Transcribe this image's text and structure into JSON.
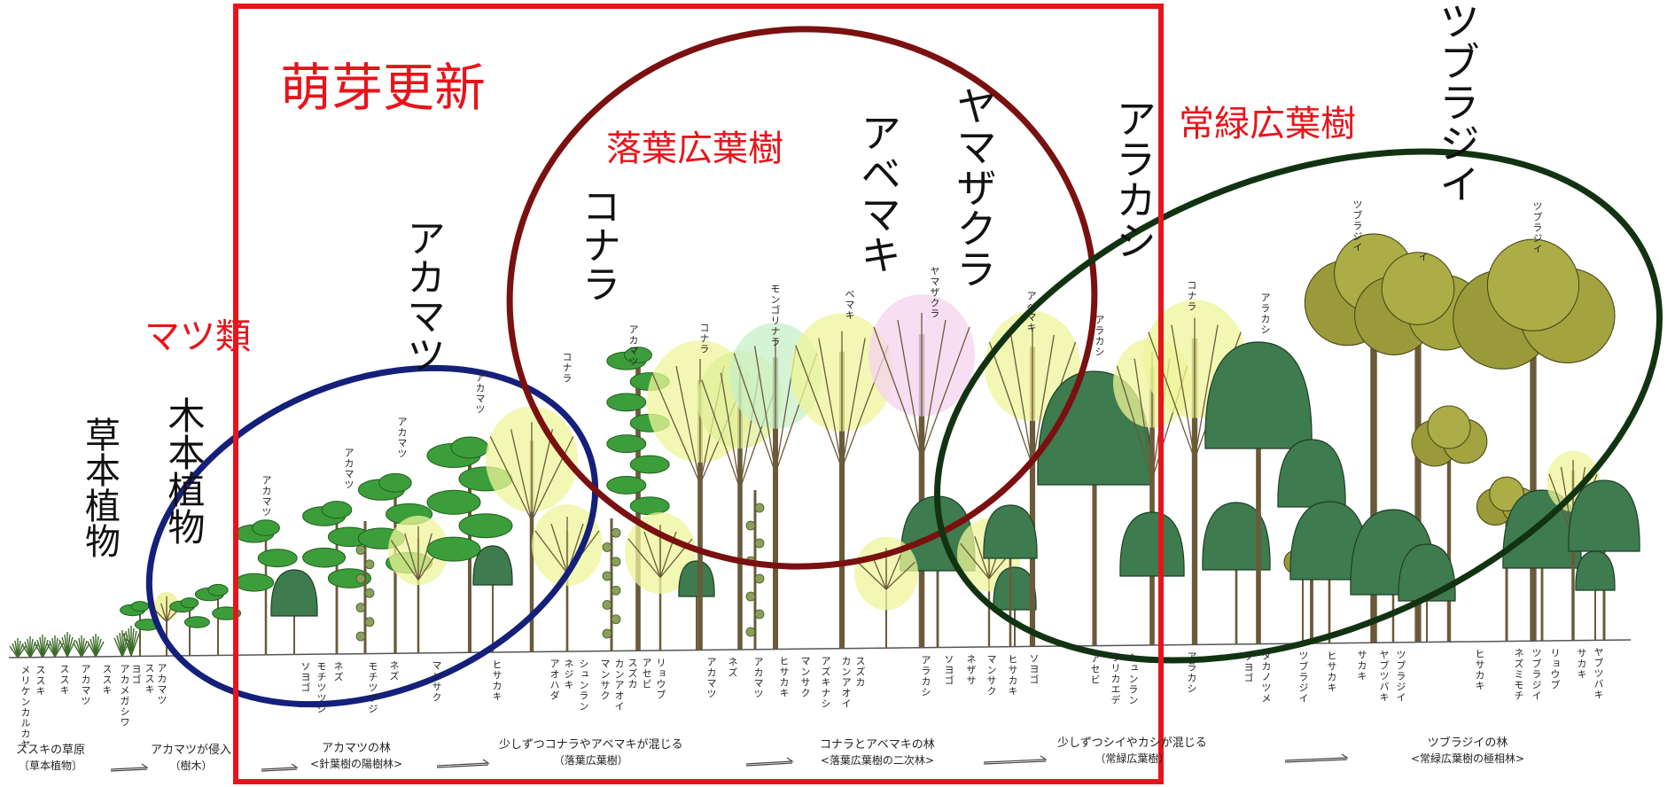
{
  "frame_label": "萌芽更新",
  "group_labels": {
    "pine": "マツ類",
    "deciduous": "落葉広葉樹",
    "evergreen": "常緑広葉樹"
  },
  "category_labels": {
    "herbaceous": "草本植物",
    "woody": "木本植物"
  },
  "big_tree_labels": {
    "akamatsu": "アカマツ",
    "konara": "コナラ",
    "abemaki": "アベマキ",
    "yamazakura": "ヤマザクラ",
    "arakashi": "アラカシ",
    "tsuburajii": "ツブラジイ"
  },
  "canopy_labels": [
    "アカマツ",
    "アカマツ",
    "アカマツ",
    "アカマツ",
    "コナラ",
    "アカマツ",
    "コナラ",
    "モンゴリナラ",
    "ベマキ",
    "ヤマザクラ",
    "アベマキ",
    "アラカシ",
    "コナラ",
    "アラカシ",
    "ツブラジイ",
    "イ",
    "ツブラジイ"
  ],
  "ground_labels": [
    "メリケンカルカヤ",
    "ススキ",
    "ススキ",
    "アカマツ",
    "ススキ",
    "アカメガシワ",
    "ヨゴ",
    "ススキ",
    "アカマツ",
    "ソヨゴ",
    "モチツツジ",
    "ネズ",
    "モチツツジ",
    "ネズ",
    "マンサク",
    "ヒサカキ",
    "アオハダ",
    "ネジキ",
    "シュンラン",
    "マンサク",
    "カンアオイ",
    "スズカ",
    "アセビ",
    "リョウブ",
    "アカマツ",
    "ネズ",
    "アカマツ",
    "ヒサカキ",
    "マンサク",
    "アズキナシ",
    "カンアオイ",
    "スズカ",
    "アラカシ",
    "ソヨゴ",
    "ネザサ",
    "マンサク",
    "ヒサカキ",
    "ソヨゴ",
    "アセビ",
    "ウリカエデ",
    "シュンラン",
    "アラカシ",
    "ソヨゴ",
    "タカノツメ",
    "ツブラジイ",
    "ヒサカキ",
    "サカキ",
    "ヤブツバキ",
    "ツブラジイ",
    "ヒサカキ",
    "ネズミモチ",
    "ツブラジイ",
    "リョウブ",
    "サカキ",
    "ヤブツバキ"
  ],
  "stages": [
    {
      "main": "ススキの草原",
      "sub": "〔草本植物〕"
    },
    {
      "main": "アカマツが侵入",
      "sub": "（樹木）"
    },
    {
      "main": "アカマツの林",
      "sub": "<針葉樹の陽樹林>"
    },
    {
      "main": "少しずつコナラやアベマキが混じる",
      "sub": "（落葉広葉樹）"
    },
    {
      "main": "コナラとアベマキの林",
      "sub": "<落葉広葉樹の二次林>"
    },
    {
      "main": "少しずつシイやカシが混じる",
      "sub": "（常緑広葉樹）"
    },
    {
      "main": "ツブラジイの林",
      "sub": "<常緑広葉樹の極相林>"
    }
  ],
  "colors": {
    "frame": "#e8141b",
    "pine_ellipse": "#14207a",
    "deciduous_ellipse": "#7a1010",
    "evergreen_ellipse": "#123312",
    "label_red": "#e8141b"
  }
}
